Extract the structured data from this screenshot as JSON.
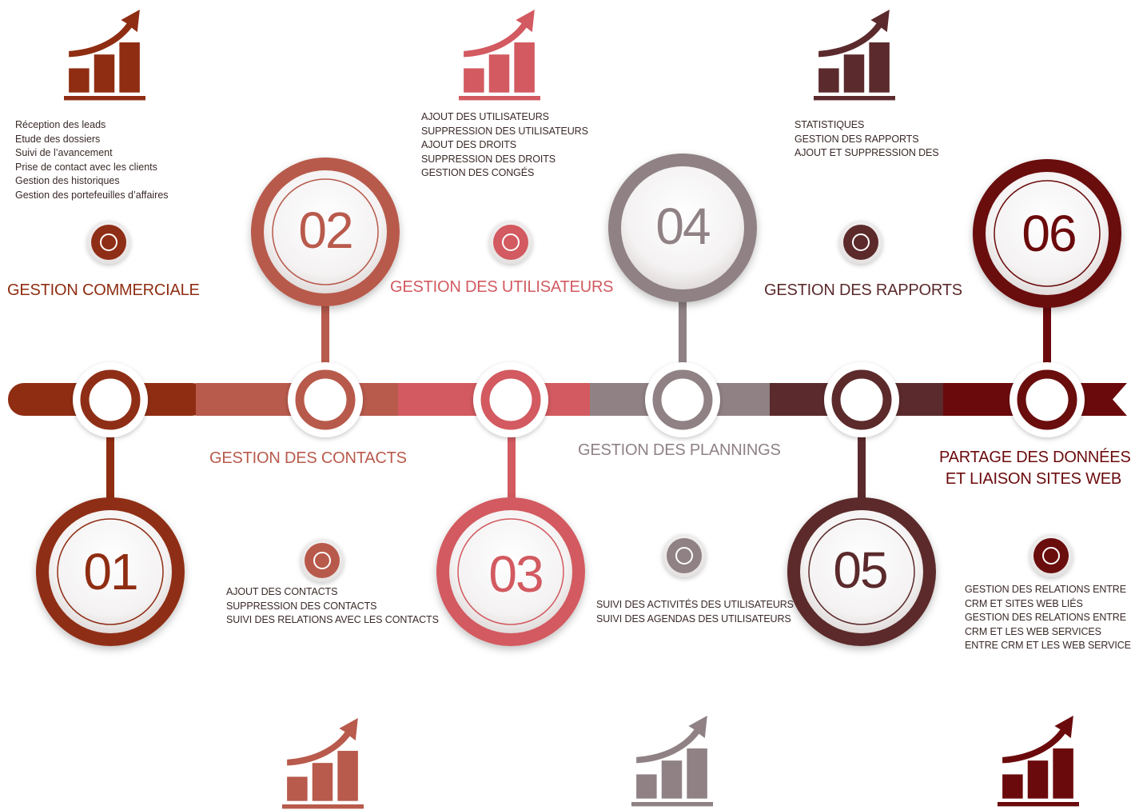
{
  "colors": {
    "step1": "#8f2d12",
    "step2": "#b85a4c",
    "step3": "#d25a60",
    "step4": "#8f8184",
    "step5": "#5b2a2c",
    "step6": "#6b0a0c",
    "text": "#3a2a28"
  },
  "steps": [
    {
      "number": "01",
      "title": "GESTION COMMERCIALE",
      "items": [
        "Réception des leads",
        "Etude des dossiers",
        "Suivi de l’avancement",
        "Prise de contact avec les clients",
        "Gestion des historiques",
        "Gestion des portefeuilles d’affaires"
      ],
      "icon": "growth-chart-icon"
    },
    {
      "number": "02",
      "title": "GESTION DES CONTACTS",
      "items": [
        "AJOUT DES CONTACTS",
        "SUPPRESSION DES CONTACTS",
        "SUIVI DES RELATIONS AVEC LES CONTACTS"
      ],
      "icon": "growth-chart-icon"
    },
    {
      "number": "03",
      "title": "GESTION DES UTILISATEURS",
      "items": [
        "AJOUT DES UTILISATEURS",
        "SUPPRESSION DES UTILISATEURS",
        "AJOUT DES DROITS",
        "SUPPRESSION DES DROITS",
        "GESTION DES CONGÉS"
      ],
      "icon": "growth-chart-icon"
    },
    {
      "number": "04",
      "title": "GESTION DES PLANNINGS",
      "items": [
        "SUIVI DES ACTIVITÉS DES UTILISATEURS",
        "SUIVI DES AGENDAS DES UTILISATEURS"
      ],
      "icon": "growth-chart-icon"
    },
    {
      "number": "05",
      "title": "GESTION DES RAPPORTS",
      "items": [
        "STATISTIQUES",
        "GESTION DES RAPPORTS",
        "AJOUT ET SUPPRESSION DES"
      ],
      "icon": "growth-chart-icon"
    },
    {
      "number": "06",
      "title_line1": "PARTAGE DES DONNÉES",
      "title_line2": "ET LIAISON SITES WEB",
      "items": [
        "GESTION DES RELATIONS ENTRE",
        "CRM ET SITES WEB LIÉS",
        "GESTION DES RELATIONS ENTRE",
        "CRM ET LES WEB SERVICES",
        "ENTRE CRM ET LES WEB SERVICES"
      ],
      "icon": "growth-chart-icon"
    }
  ]
}
